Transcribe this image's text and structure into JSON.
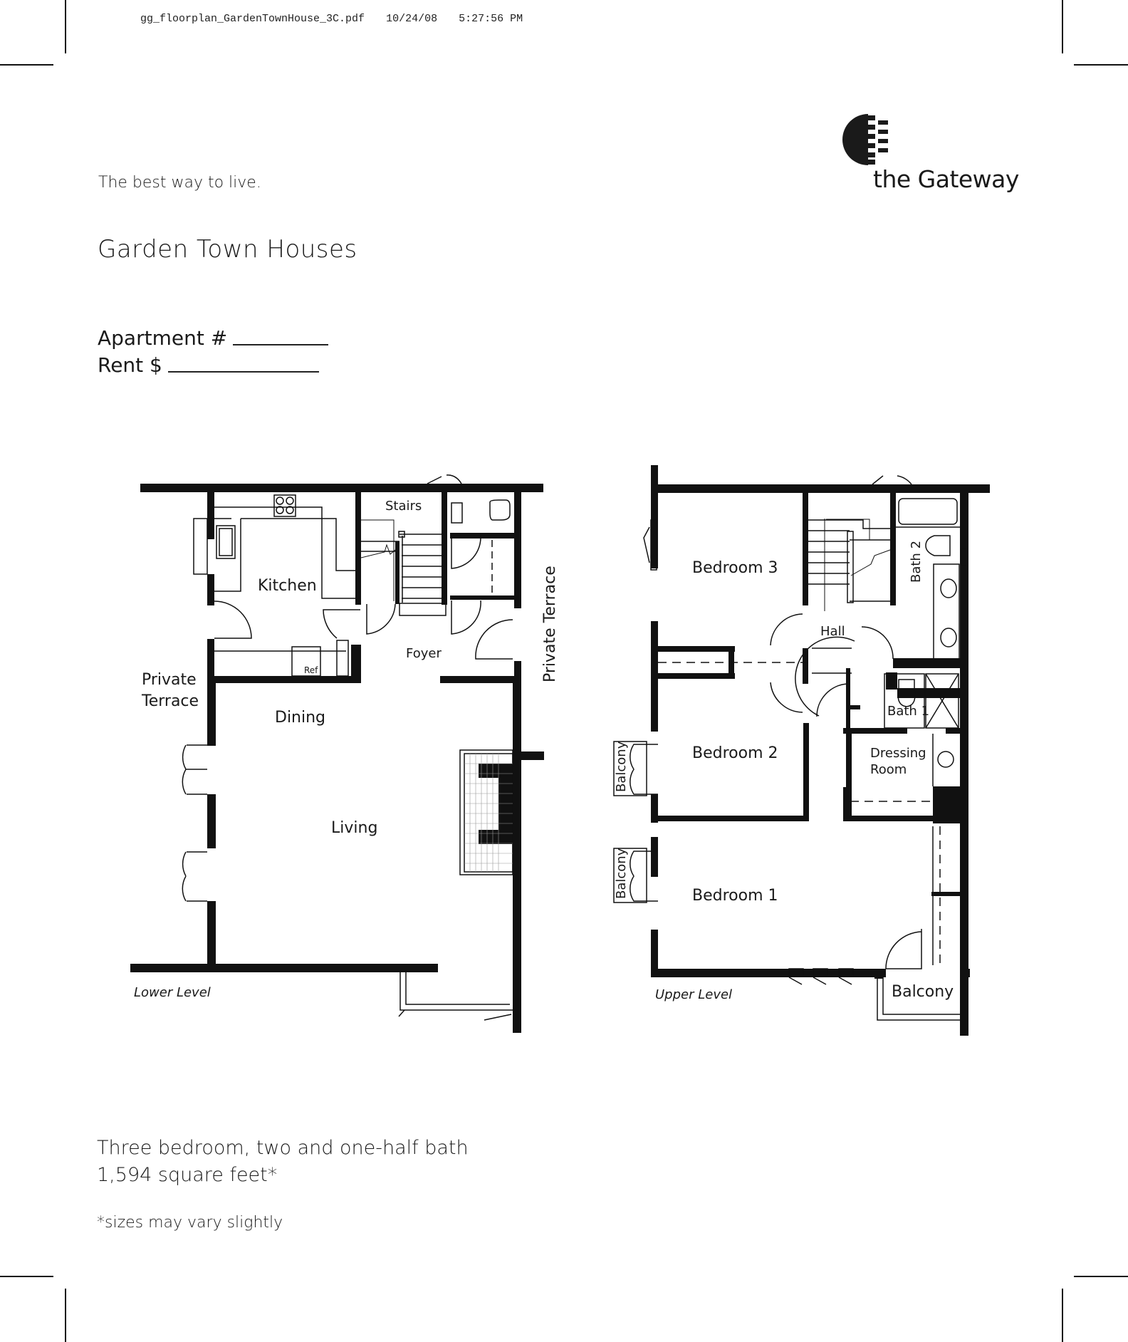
{
  "header": {
    "filename": "gg_floorplan_GardenTownHouse_3C.pdf",
    "date": "10/24/08",
    "time": "5:27:56 PM"
  },
  "brand": {
    "tagline": "The best way to live.",
    "logo_text": "the Gateway",
    "logo_icon": "half-circle-stripes-logo"
  },
  "page": {
    "title": "Garden Town Houses"
  },
  "form": {
    "apartment_label": "Apartment #",
    "apartment_value": "",
    "rent_label": "Rent $",
    "rent_value": ""
  },
  "lower_level": {
    "caption": "Lower Level",
    "rooms": {
      "stairs": "Stairs",
      "kitchen": "Kitchen",
      "ref": "Ref",
      "foyer": "Foyer",
      "private_terrace_left_1": "Private",
      "private_terrace_left_2": "Terrace",
      "private_terrace_right": "Private Terrace",
      "dining": "Dining",
      "living": "Living"
    }
  },
  "upper_level": {
    "caption": "Upper Level",
    "rooms": {
      "bedroom3": "Bedroom 3",
      "hall": "Hall",
      "bath2": "Bath 2",
      "bath1": "Bath 1",
      "bedroom2": "Bedroom 2",
      "dressing_1": "Dressing",
      "dressing_2": "Room",
      "bedroom1": "Bedroom 1",
      "balcony_top": "Balcony",
      "balcony_bottom": "Balcony",
      "balcony_main": "Balcony"
    }
  },
  "summary": {
    "line1": "Three bedroom, two and one-half bath",
    "line2": "1,594 square feet*",
    "footnote": "*sizes may vary slightly"
  }
}
